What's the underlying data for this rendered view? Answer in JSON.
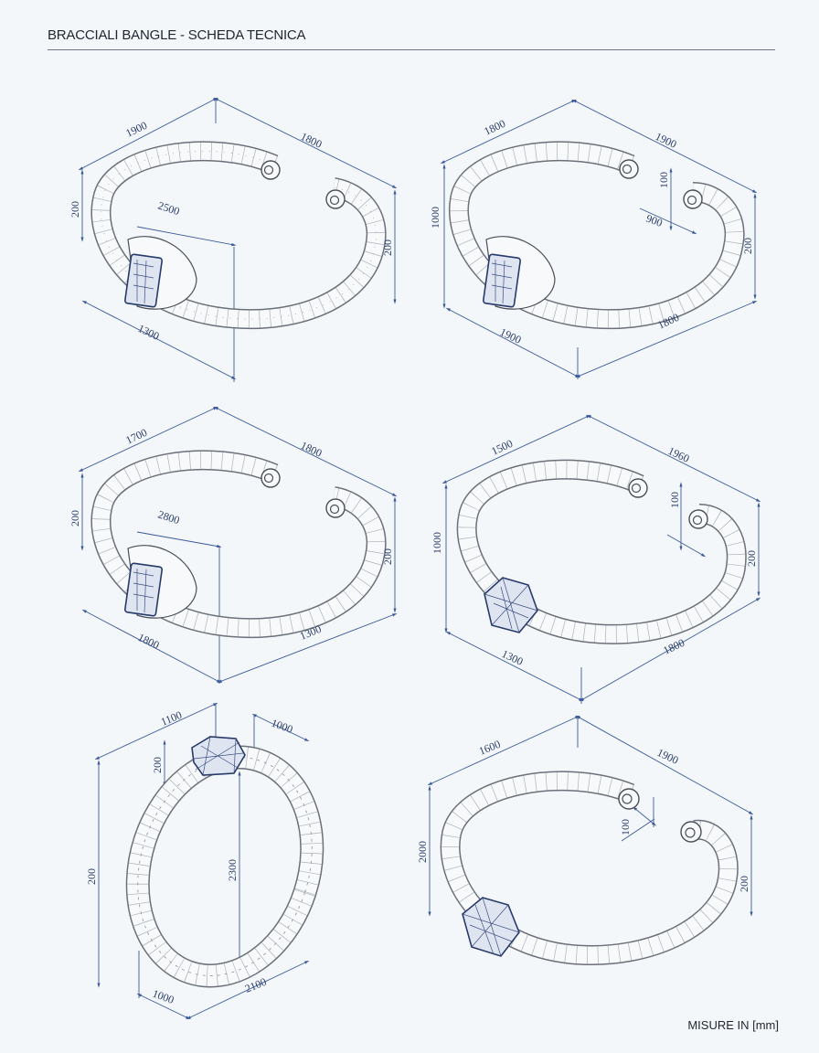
{
  "header": {
    "title": "BRACCIALI BANGLE - SCHEDA TECNICA"
  },
  "footer": {
    "units_note": "MISURE IN [mm]"
  },
  "colors": {
    "wireframe": "#4a4f57",
    "dimension": "#3b5a9a",
    "background": "#f4f7fa"
  },
  "views": [
    {
      "id": "view-1",
      "labels": {
        "top_left": "1900",
        "top_right": "1800",
        "left": "200",
        "inner": "2500",
        "right": "200",
        "bottom_left": "1300"
      }
    },
    {
      "id": "view-2",
      "labels": {
        "top_left": "1800",
        "top_right": "1900",
        "left": "1000",
        "opening": "100",
        "inner": "900",
        "right": "200",
        "bottom_left": "1900",
        "bottom_right": "1800"
      }
    },
    {
      "id": "view-3",
      "labels": {
        "top_left": "1700",
        "top_right": "1800",
        "left": "200",
        "inner": "2800",
        "right": "200",
        "bottom_left": "1800",
        "bottom_right": "1300"
      }
    },
    {
      "id": "view-4",
      "labels": {
        "top_left": "1500",
        "top_right": "1960",
        "left": "1000",
        "opening": "100",
        "right": "200",
        "bottom_left": "1300",
        "bottom_right": "1800"
      }
    },
    {
      "id": "view-5",
      "labels": {
        "top_left": "1100",
        "top_right": "1000",
        "stone": "200",
        "left": "200",
        "inner": "2300",
        "bottom_left": "1000",
        "bottom_right": "2100"
      }
    },
    {
      "id": "view-6",
      "labels": {
        "top_left": "1600",
        "top_right": "1900",
        "left": "2000",
        "opening": "100",
        "right": "200"
      }
    }
  ]
}
